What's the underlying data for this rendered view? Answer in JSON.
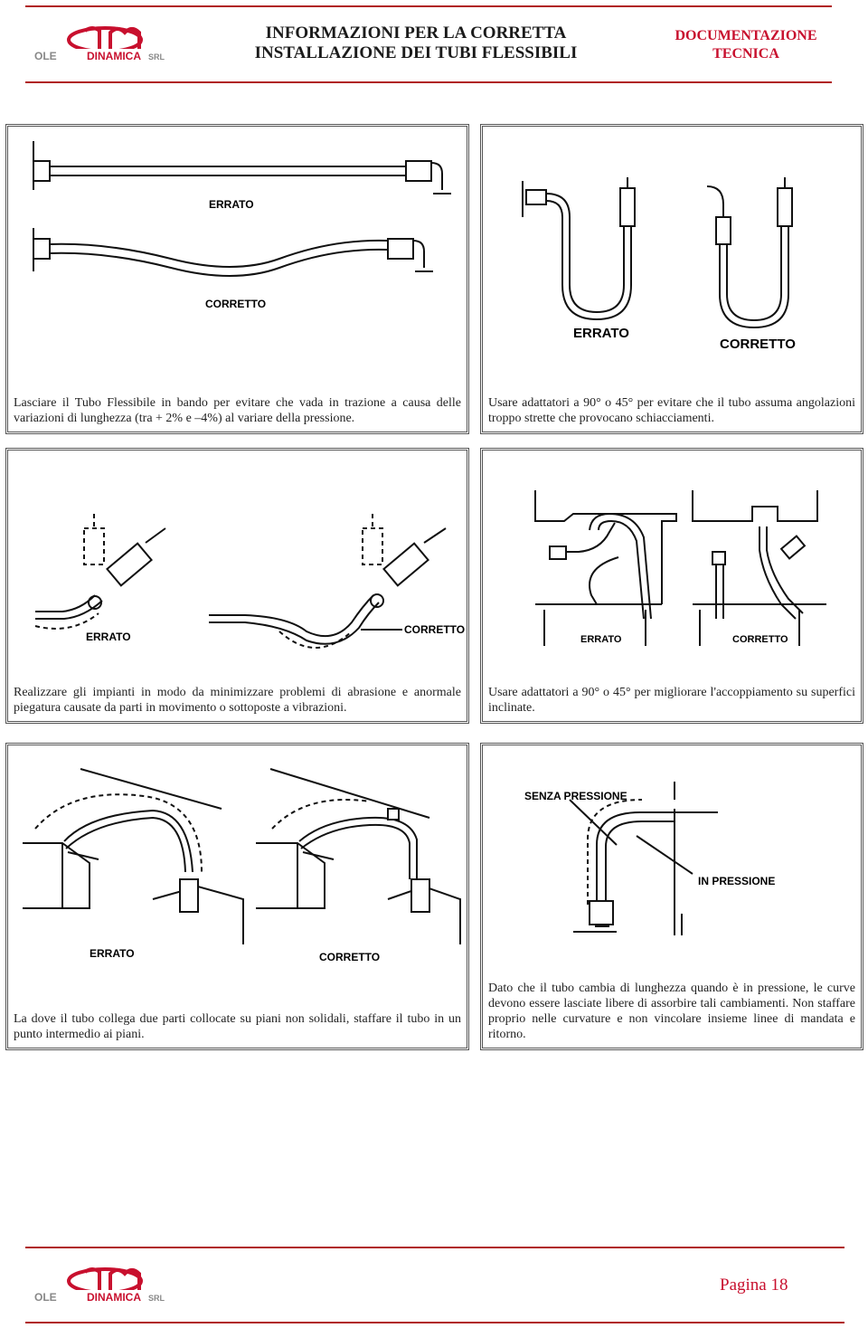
{
  "header": {
    "logo_text": "OLEODINAMICA SRL",
    "title_line1": "INFORMAZIONI PER LA CORRETTA",
    "title_line2": "INSTALLAZIONE DEI TUBI FLESSIBILI",
    "doc_line1": "DOCUMENTAZIONE",
    "doc_line2": "TECNICA"
  },
  "panels": [
    {
      "labels": [
        "ERRATO",
        "CORRETTO"
      ],
      "caption": "Lasciare il Tubo Flessibile in bando per evitare che vada in trazione a causa delle variazioni di lunghezza (tra + 2% e –4%) al variare della pressione."
    },
    {
      "labels": [
        "ERRATO",
        "CORRETTO"
      ],
      "caption": "Usare adattatori a 90° o 45° per evitare che il tubo assuma angolazioni troppo strette che provocano schiacciamenti."
    },
    {
      "labels": [
        "ERRATO",
        "CORRETTO"
      ],
      "caption": "Realizzare gli impianti in modo da minimizzare problemi di abrasione e anormale piegatura causate da parti in movimento o sottoposte a vibrazioni."
    },
    {
      "labels": [
        "ERRATO",
        "CORRETTO"
      ],
      "caption": "Usare adattatori a 90° o 45° per migliorare l'accoppiamento su superfici inclinate."
    },
    {
      "labels": [
        "ERRATO",
        "CORRETTO"
      ],
      "caption": "La dove il tubo collega due parti collocate su piani non solidali, staffare il tubo in un punto intermedio ai piani."
    },
    {
      "labels": [
        "SENZA PRESSIONE",
        "IN PRESSIONE"
      ],
      "caption": "Dato che il tubo cambia di lunghezza quando è in pressione, le curve devono essere lasciate libere di assorbire tali cambiamenti. Non staffare proprio nelle curvature e non vincolare insieme linee di mandata e ritorno."
    }
  ],
  "footer": {
    "logo_text": "OLEODINAMICA SRL",
    "page_label": "Pagina 18"
  },
  "colors": {
    "accent_red": "#c8102e",
    "rule_red": "#b01e1e"
  }
}
